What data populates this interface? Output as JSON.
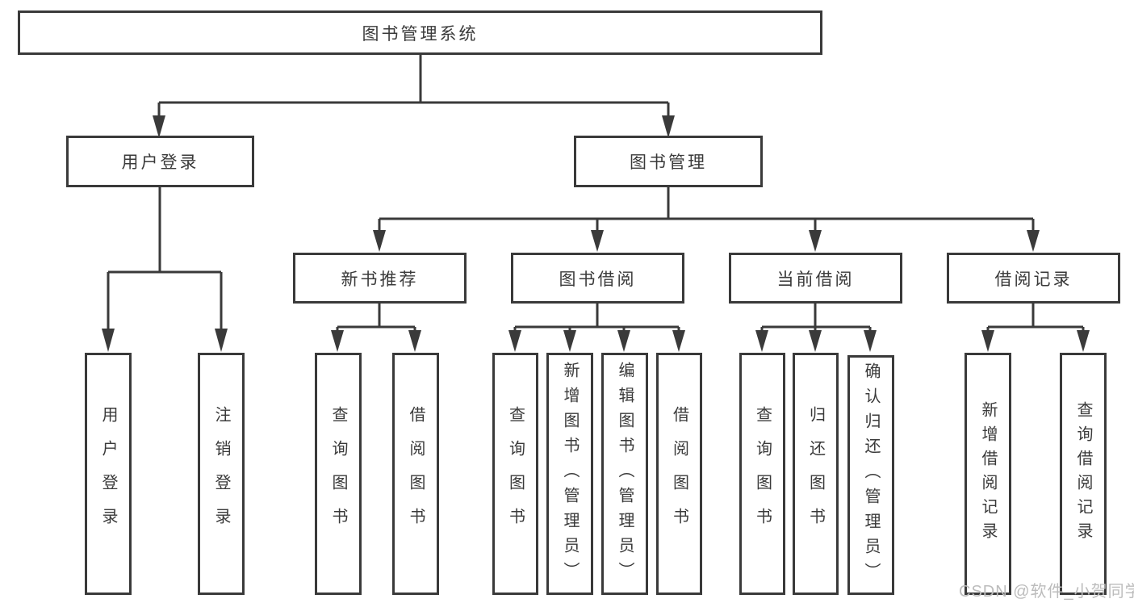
{
  "title": "图书管理系统",
  "watermark": "CSDN @软件_小贺同学",
  "nodes": {
    "user_login": "用户登录",
    "book_management": "图书管理",
    "new_book_recommend": "新书推荐",
    "book_borrow": "图书借阅",
    "current_borrow": "当前借阅",
    "borrow_record": "借阅记录",
    "user_login_leaf": "用户登录",
    "logout": "注销登录",
    "nbr_query_book": "查询图书",
    "nbr_borrow_book": "借阅图书",
    "bb_query_book": "查询图书",
    "bb_add_book": "新增图书（管理员）",
    "bb_edit_book": "编辑图书（管理员）",
    "bb_borrow_book": "借阅图书",
    "cb_query_book": "查询图书",
    "cb_return_book": "归还图书",
    "cb_confirm_return": "确认归还（管理员）",
    "br_add_record": "新增借阅记录",
    "br_query_record": "查询借阅记录"
  },
  "colors": {
    "line": "#3a3a3a",
    "text": "#3a3a3a",
    "watermark": "#bcbcbc",
    "background": "#ffffff"
  }
}
